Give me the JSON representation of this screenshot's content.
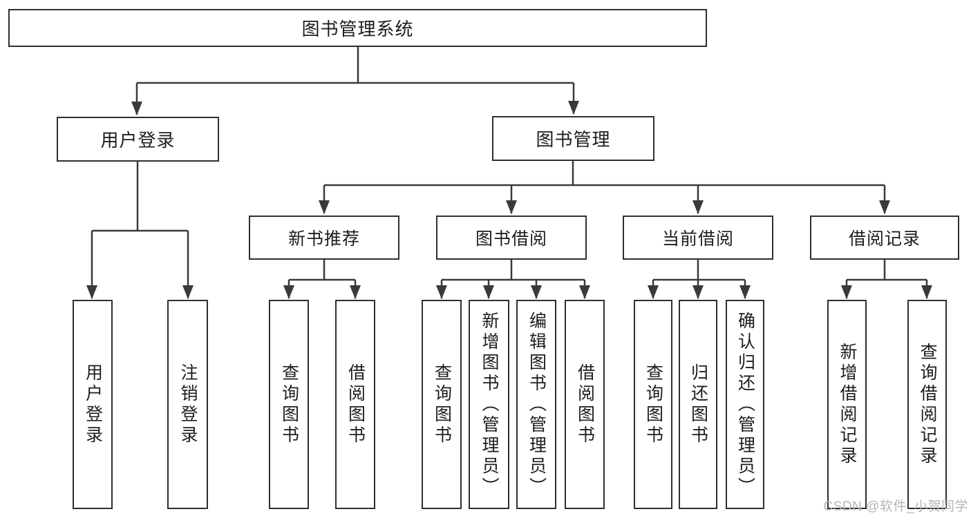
{
  "page": {
    "background_color": "#ffffff",
    "line_color": "#3a3a3a",
    "border_color": "#2e2e2e",
    "text_color": "#1d1d1f",
    "watermark_color": "#b5b5b5"
  },
  "tree": {
    "root": "图书管理系统",
    "branches": [
      {
        "label": "用户登录",
        "children": [
          "用户登录",
          "注销登录"
        ]
      },
      {
        "label": "图书管理",
        "children": [
          {
            "label": "新书推荐",
            "children": [
              "查询图书",
              "借阅图书"
            ]
          },
          {
            "label": "图书借阅",
            "children": [
              "查询图书",
              "新增图书（管理员）",
              "编辑图书（管理员）",
              "借阅图书"
            ]
          },
          {
            "label": "当前借阅",
            "children": [
              "查询图书",
              "归还图书",
              "确认归还（管理员）"
            ]
          },
          {
            "label": "借阅记录",
            "children": [
              "新增借阅记录",
              "查询借阅记录"
            ]
          }
        ]
      }
    ]
  },
  "watermark": "CSDN @软件_小贺同学"
}
